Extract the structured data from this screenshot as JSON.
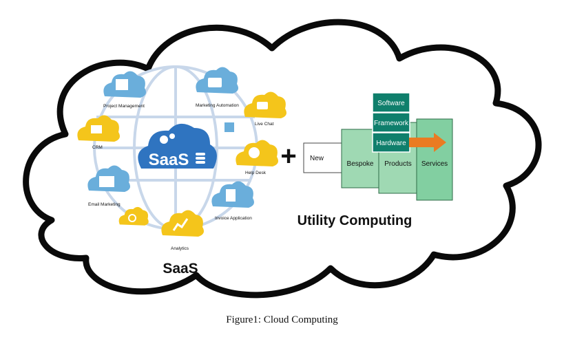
{
  "saas": {
    "center_label": "SaaS",
    "section_label": "SaaS",
    "services": [
      {
        "label": "Project Management",
        "icon": "project-management-icon"
      },
      {
        "label": "Marketing Automation",
        "icon": "briefcase-icon"
      },
      {
        "label": "Live Chat",
        "icon": "chat-icon"
      },
      {
        "label": "CRM",
        "icon": "monitor-icon"
      },
      {
        "label": "Help Desk",
        "icon": "headset-icon"
      },
      {
        "label": "Email Marketing",
        "icon": "envelope-icon"
      },
      {
        "label": "Invoice Application",
        "icon": "invoice-icon"
      },
      {
        "label": "Analytics",
        "icon": "analytics-icon"
      }
    ]
  },
  "plus_sign": "+",
  "utility": {
    "title": "Utility Computing",
    "layers": [
      "Software",
      "Framework",
      "Hardware"
    ],
    "stages": [
      "New",
      "Bespoke",
      "Products",
      "Services"
    ]
  },
  "caption": "Figure1: Cloud Computing",
  "colors": {
    "blue_cloud": "#6aaedb",
    "yellow_cloud": "#f4c51b",
    "globe_blue": "#2f74c0",
    "layer_teal": "#0f7f6c",
    "stage_green": "#9fd9b3",
    "arrow_orange": "#ea7b22"
  }
}
